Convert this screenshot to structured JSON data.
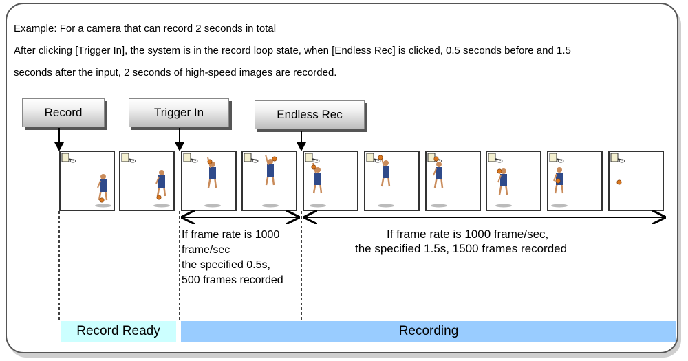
{
  "intro": {
    "line1": "Example:  For a camera that can record 2 seconds in total",
    "line2": "After clicking [Trigger In], the system is in the record loop state, when [Endless Rec] is clicked, 0.5 seconds before and 1.5",
    "line3": "seconds after the input, 2 seconds of high-speed images are recorded."
  },
  "buttons": {
    "record": "Record",
    "trigger_in": "Trigger In",
    "endless_rec": "Endless Rec"
  },
  "annotations": {
    "before_1": "If frame rate is 1000",
    "before_2": "frame/sec",
    "before_3": "the specified 0.5s,",
    "before_4": "500 frames recorded",
    "after_1": "If frame rate is 1000 frame/sec,",
    "after_2": "the specified 1.5s, 1500 frames recorded"
  },
  "bars": {
    "ready": "Record Ready",
    "recording": "Recording"
  },
  "colors": {
    "ready_bar": "#ccffff",
    "recording_bar": "#99ccff"
  }
}
